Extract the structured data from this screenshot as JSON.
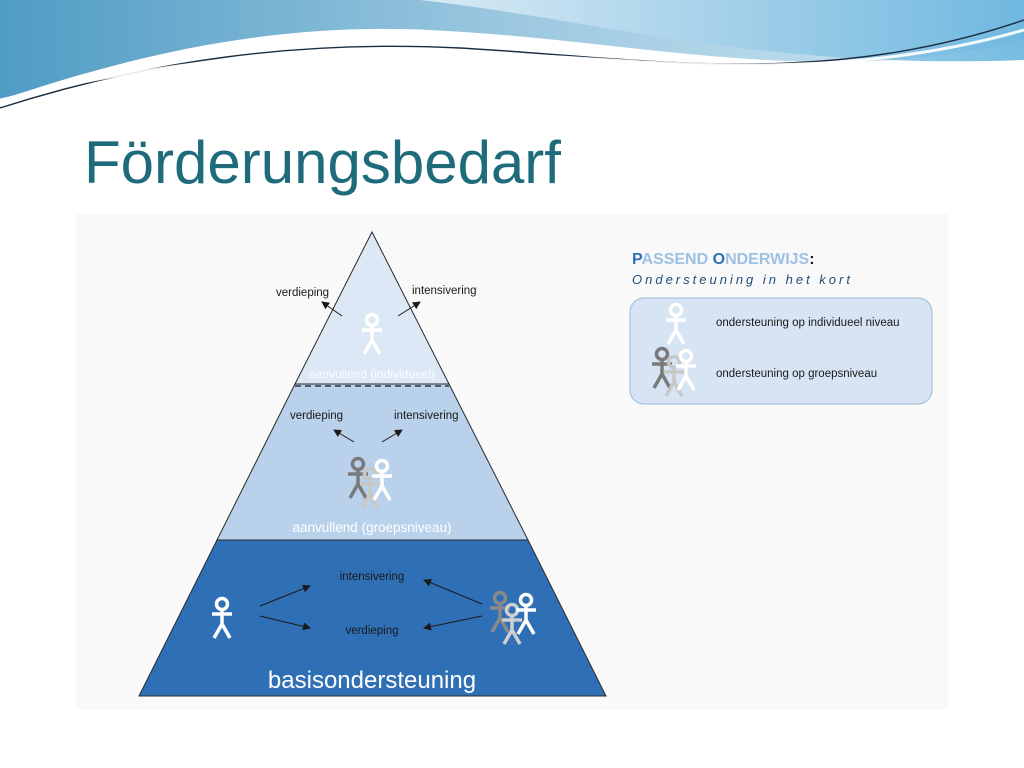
{
  "slide": {
    "title": "Förderungsbedarf"
  },
  "pyramid": {
    "top": {
      "left_arrow_label": "verdieping",
      "right_arrow_label": "intensivering",
      "level_label": "aanvullend (individueel)",
      "figure_icon": "person-icon"
    },
    "middle": {
      "left_arrow_label": "verdieping",
      "right_arrow_label": "intensivering",
      "level_label": "aanvullend (groepsniveau)",
      "figure_icon": "group-icon"
    },
    "bottom": {
      "upper_arrow_label": "intensivering",
      "lower_arrow_label": "verdieping",
      "level_label": "basisondersteuning",
      "left_figure_icon": "person-icon",
      "right_figure_icon": "group-icon"
    }
  },
  "legend": {
    "heading_p": "P",
    "heading_assend": "ASSEND ",
    "heading_o": "O",
    "heading_nderwijs": "NDERWIJS",
    "heading_colon": ":",
    "subtitle": "Ondersteuning in het kort",
    "items": [
      {
        "icon": "person-icon",
        "label": "ondersteuning op individueel niveau"
      },
      {
        "icon": "group-icon",
        "label": "ondersteuning op groepsniveau"
      }
    ]
  },
  "colors": {
    "title": "#1e6b7b",
    "top_level": "#dce8f5",
    "middle_level": "#b9d1ea",
    "bottom_level": "#2e6fb6",
    "legend_box": "#d6e4f3",
    "legend_accent": "#2e6fb6",
    "legend_light": "#9dc0e3"
  }
}
